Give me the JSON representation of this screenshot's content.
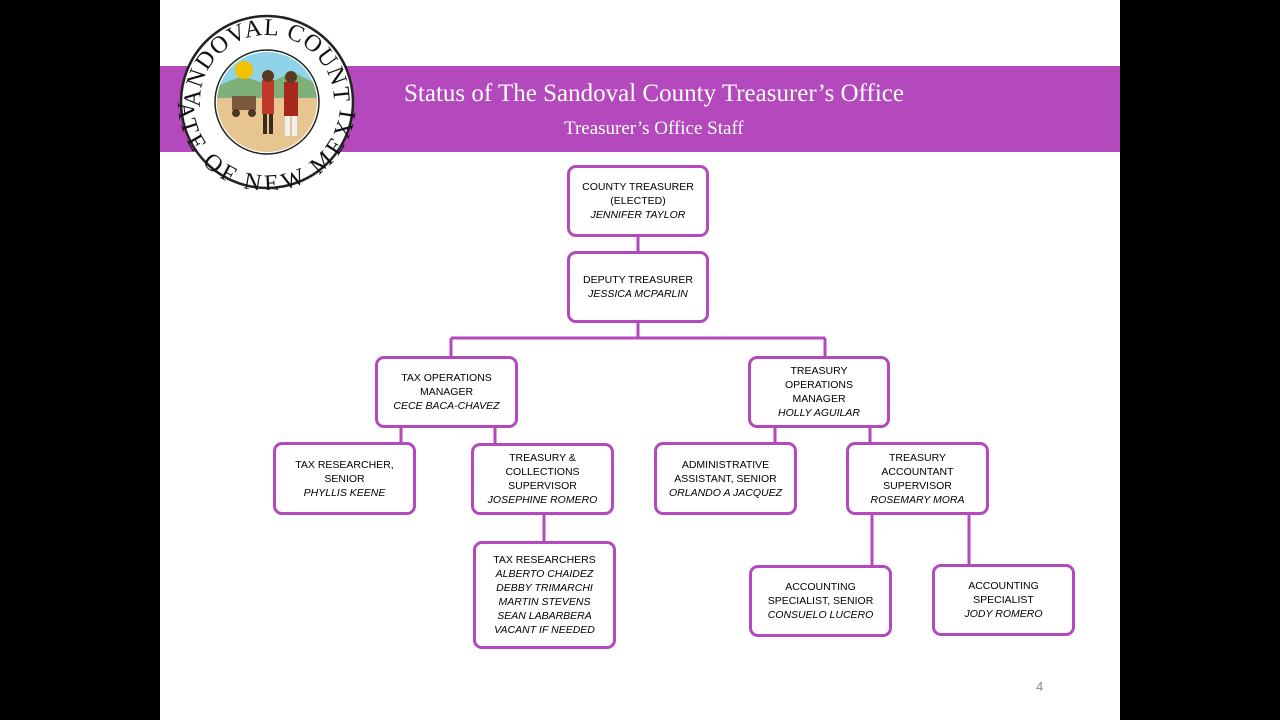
{
  "header": {
    "title": "Status of The Sandoval County Treasurer’s Office",
    "subtitle": "Treasurer’s Office Staff"
  },
  "seal": {
    "top_text": "SANDOVAL COUNTY",
    "bottom_text": "STATE OF NEW MEXICO"
  },
  "org": {
    "treasurer": {
      "role": [
        "COUNTY TREASURER",
        "(ELECTED)"
      ],
      "name": "JENNIFER TAYLOR"
    },
    "deputy": {
      "role": [
        "DEPUTY TREASURER"
      ],
      "name": "JESSICA MCPARLIN"
    },
    "tax_ops": {
      "role": [
        "TAX OPERATIONS",
        "MANAGER"
      ],
      "name": "CECE BACA-CHAVEZ"
    },
    "treasury_ops": {
      "role": [
        "TREASURY",
        "OPERATIONS",
        "MANAGER"
      ],
      "name": "HOLLY AGUILAR"
    },
    "tax_researcher": {
      "role": [
        "TAX RESEARCHER,",
        "SENIOR"
      ],
      "name": "PHYLLIS KEENE"
    },
    "collections": {
      "role": [
        "TREASURY &",
        "COLLECTIONS",
        "SUPERVISOR"
      ],
      "name": "JOSEPHINE ROMERO"
    },
    "admin": {
      "role": [
        "ADMINISTRATIVE",
        "ASSISTANT, SENIOR"
      ],
      "name": "ORLANDO A JACQUEZ"
    },
    "accountant": {
      "role": [
        "TREASURY",
        "ACCOUNTANT",
        "SUPERVISOR"
      ],
      "name": "ROSEMARY MORA"
    },
    "researchers": {
      "role": [
        "TAX RESEARCHERS"
      ],
      "names": [
        "ALBERTO CHAIDEZ",
        "DEBBY TRIMARCHI",
        "MARTIN STEVENS",
        "SEAN LABARBERA",
        "VACANT IF NEEDED"
      ]
    },
    "acct_senior": {
      "role": [
        "ACCOUNTING",
        "SPECIALIST, SENIOR"
      ],
      "name": "CONSUELO LUCERO"
    },
    "acct_spec": {
      "role": [
        "ACCOUNTING",
        "SPECIALIST"
      ],
      "name": "JODY ROMERO"
    }
  },
  "page_number": "4",
  "colors": {
    "accent": "#b349bd",
    "background": "#ffffff"
  }
}
